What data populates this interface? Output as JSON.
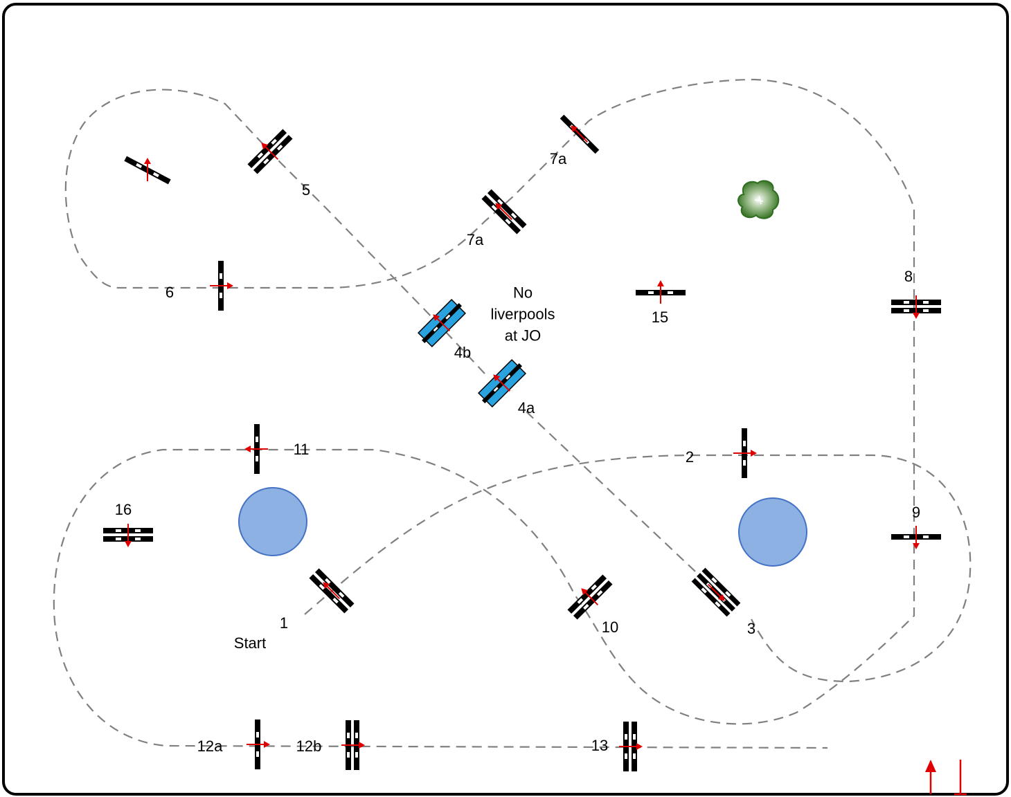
{
  "course": {
    "labels": {
      "start": "Start",
      "f1": "1",
      "f2": "2",
      "f3": "3",
      "f4a": "4a",
      "f4b": "4b",
      "f5": "5",
      "f6": "6",
      "f7a_upper": "7a",
      "f7a_lower": "7a",
      "f8": "8",
      "f9": "9",
      "f10": "10",
      "f11": "11",
      "f12a": "12a",
      "f12b": "12b",
      "f13": "13",
      "f15": "15",
      "f16": "16"
    },
    "note": [
      "No",
      "liverpools",
      "at JO"
    ],
    "colors": {
      "path": "#808080",
      "pole": "#000000",
      "arrow": "#e00000",
      "water_tray": "#29a3e0",
      "pond": "#8eb1e3",
      "pond_edge": "#4472c4",
      "tree": "#3c7a28"
    }
  }
}
